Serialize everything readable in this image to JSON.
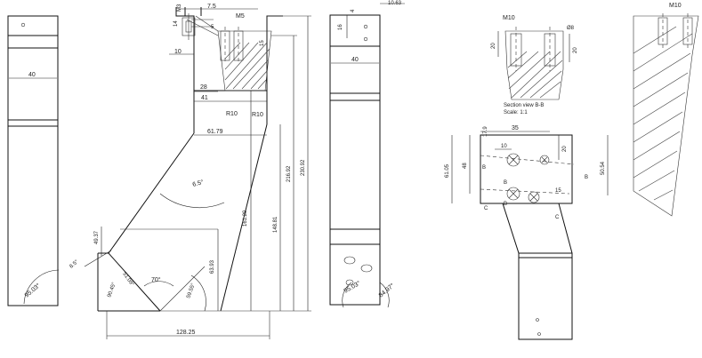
{
  "dimensions": {
    "d_40_left": "40",
    "d_95_03_left": "95.03°",
    "d_m3": "M3",
    "d_7_5": "7.5",
    "d_14": "14",
    "d_5": "5",
    "d_m5": "M5",
    "d_10": "10",
    "d_15": "15",
    "d_28": "28",
    "d_41": "41",
    "d_r10_a": "R10",
    "d_r10_b": "R10",
    "d_61_79": "61.79",
    "d_6_5": "6.5°",
    "d_49_37": "49.37",
    "d_8_5": "8.5°",
    "d_90_45": "90.45°",
    "d_51_09": "51.09°",
    "d_70": "70°",
    "d_59_55": "59.55°",
    "d_63_93": "63.93",
    "d_161_29": "161.29",
    "d_148_81": "148.81",
    "d_216_92": "216.92",
    "d_230_92": "230.92",
    "d_128_25": "128.25",
    "d_16": "16",
    "d_4": "4",
    "d_10_63": "10.63",
    "d_40_mid": "40",
    "d_95_03_mid": "95.03°",
    "d_84_97": "84.97°",
    "d_m10_a": "M10",
    "d_20_a": "20",
    "d_phi8": "Ø8",
    "d_20_b": "20",
    "d_35": "35",
    "d_17_9": "17.9",
    "d_10_b": "10",
    "d_20_c": "20",
    "d_61_05": "61.05",
    "d_48": "48",
    "d_50_54": "50.54",
    "d_15_b": "15",
    "d_m10_b": "M10"
  },
  "section_labels": {
    "section_title": "Section view B-B",
    "scale": "Scale:  1:1",
    "b1": "B",
    "b2": "B",
    "b3": "B",
    "b4": "B",
    "c1": "C",
    "c2": "C"
  }
}
